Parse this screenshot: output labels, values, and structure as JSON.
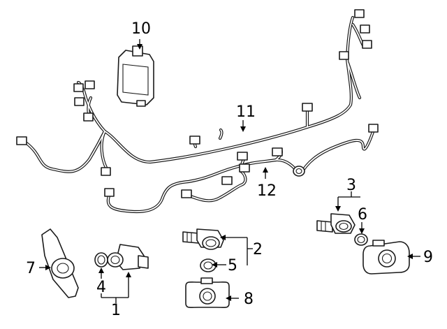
{
  "callouts": {
    "c1": "1",
    "c2": "2",
    "c3": "3",
    "c4": "4",
    "c5": "5",
    "c6": "6",
    "c7": "7",
    "c8": "8",
    "c9": "9",
    "c10": "10",
    "c11": "11",
    "c12": "12"
  },
  "parts": [
    {
      "label": "1",
      "name": "parking-sensor"
    },
    {
      "label": "2",
      "name": "parking-sensor"
    },
    {
      "label": "3",
      "name": "parking-sensor"
    },
    {
      "label": "4",
      "name": "sensor-ring"
    },
    {
      "label": "5",
      "name": "sensor-grommet"
    },
    {
      "label": "6",
      "name": "sensor-grommet"
    },
    {
      "label": "7",
      "name": "sensor-bracket"
    },
    {
      "label": "8",
      "name": "sensor-bracket"
    },
    {
      "label": "9",
      "name": "sensor-bracket"
    },
    {
      "label": "10",
      "name": "control-module"
    },
    {
      "label": "11",
      "name": "wiring-harness-upper"
    },
    {
      "label": "12",
      "name": "wiring-harness-lower"
    }
  ]
}
